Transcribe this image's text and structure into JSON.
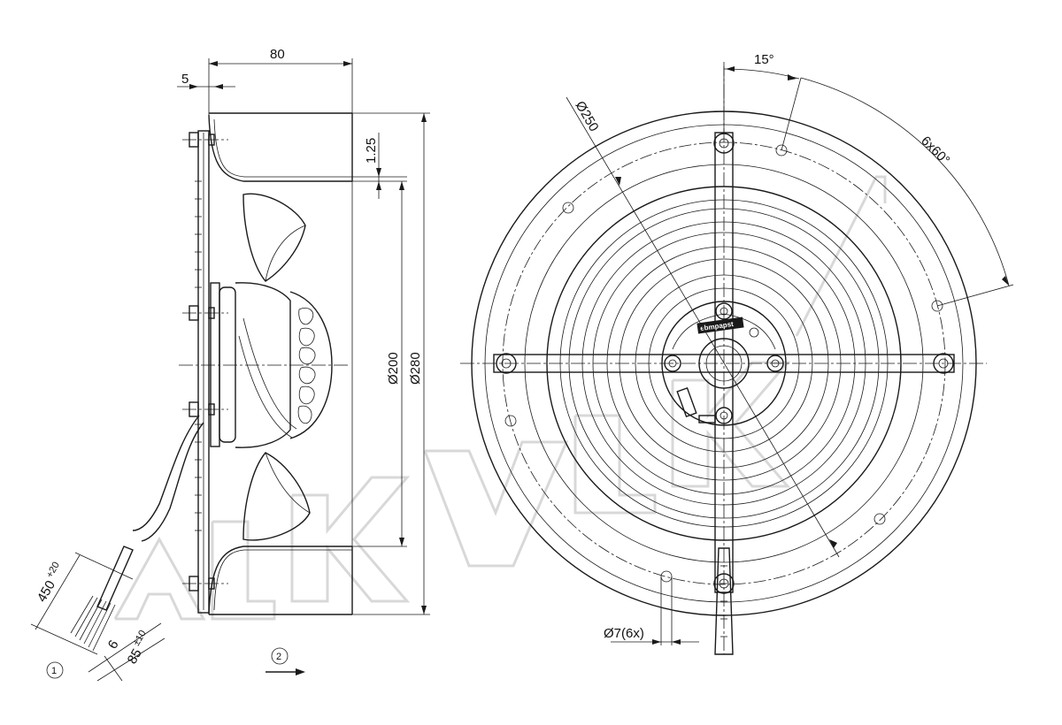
{
  "dimensions": {
    "depth": "80",
    "flange": "5",
    "offset": "1.25",
    "inner_dia": "Ø200",
    "outer_dia": "Ø280",
    "bolt_circle": "Ø250",
    "hole_dia": "Ø7(6x)",
    "angle_offset": "15°",
    "angle_pattern": "6x60°",
    "cable_len": "450",
    "cable_len_tol": "+20",
    "wire_strip": "6",
    "wire_len": "85",
    "wire_len_tol": "±10"
  },
  "markers": {
    "cable_ref": "1",
    "airflow_ref": "2"
  },
  "brand": "ebmpapst",
  "colors": {
    "line": "#1a1a1a",
    "watermark": "#d8d8d8"
  }
}
